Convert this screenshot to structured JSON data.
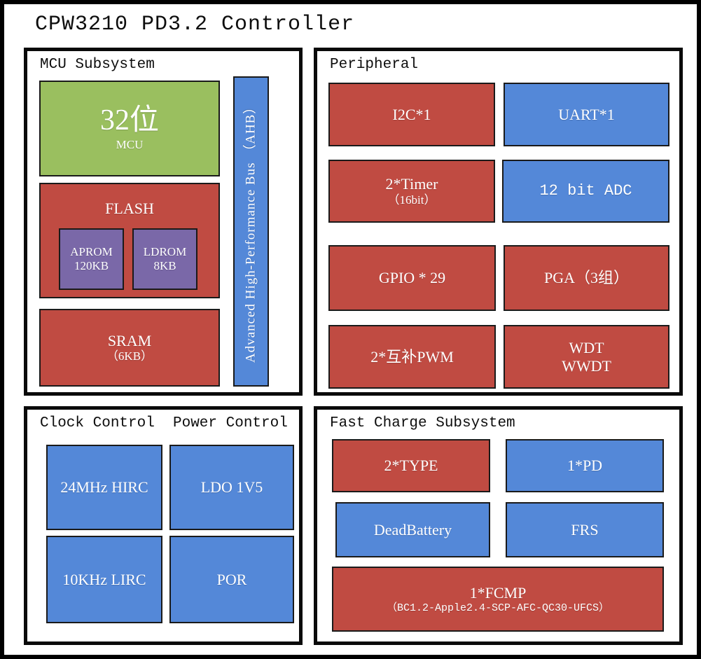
{
  "diagram": {
    "title": "CPW3210 PD3.2 Controller",
    "colors": {
      "green": "#9ABF5F",
      "red": "#C04B42",
      "blue": "#5488D8",
      "purple": "#7A68A8",
      "border": "#0a0a0a",
      "text_on_block": "#ffffff"
    }
  },
  "mcu_subsystem": {
    "title": "MCU Subsystem",
    "cpu": {
      "line1": "32位",
      "line2": "MCU"
    },
    "flash": {
      "label": "FLASH"
    },
    "aprom": {
      "line1": "APROM",
      "line2": "120KB"
    },
    "ldrom": {
      "line1": "LDROM",
      "line2": "8KB"
    },
    "sram": {
      "line1": "SRAM",
      "line2": "（6KB）"
    },
    "bus": {
      "label": "Advanced High-Performance Bus （AHB）"
    }
  },
  "peripheral": {
    "title": "Peripheral",
    "blocks": [
      {
        "line1": "I2C*1",
        "line2": ""
      },
      {
        "line1": "UART*1",
        "line2": ""
      },
      {
        "line1": "2*Timer",
        "line2": "（16bit）"
      },
      {
        "line1": "12 bit ADC",
        "line2": ""
      },
      {
        "line1": "GPIO * 29",
        "line2": ""
      },
      {
        "line1": "PGA（3组）",
        "line2": ""
      },
      {
        "line1": "2*互补PWM",
        "line2": ""
      },
      {
        "line1": "WDT",
        "line2": "WWDT"
      }
    ]
  },
  "clock_power": {
    "title_clock": "Clock Control",
    "title_power": "Power Control",
    "blocks": [
      {
        "label": "24MHz HIRC"
      },
      {
        "label": "LDO 1V5"
      },
      {
        "label": "10KHz LIRC"
      },
      {
        "label": "POR"
      }
    ]
  },
  "fast_charge": {
    "title": "Fast Charge Subsystem",
    "blocks": [
      {
        "label": "2*TYPE"
      },
      {
        "label": "1*PD"
      },
      {
        "label": "DeadBattery"
      },
      {
        "label": "FRS"
      }
    ],
    "fcmp": {
      "line1": "1*FCMP",
      "line2": "（BC1.2-Apple2.4-SCP-AFC-QC30-UFCS）"
    }
  }
}
